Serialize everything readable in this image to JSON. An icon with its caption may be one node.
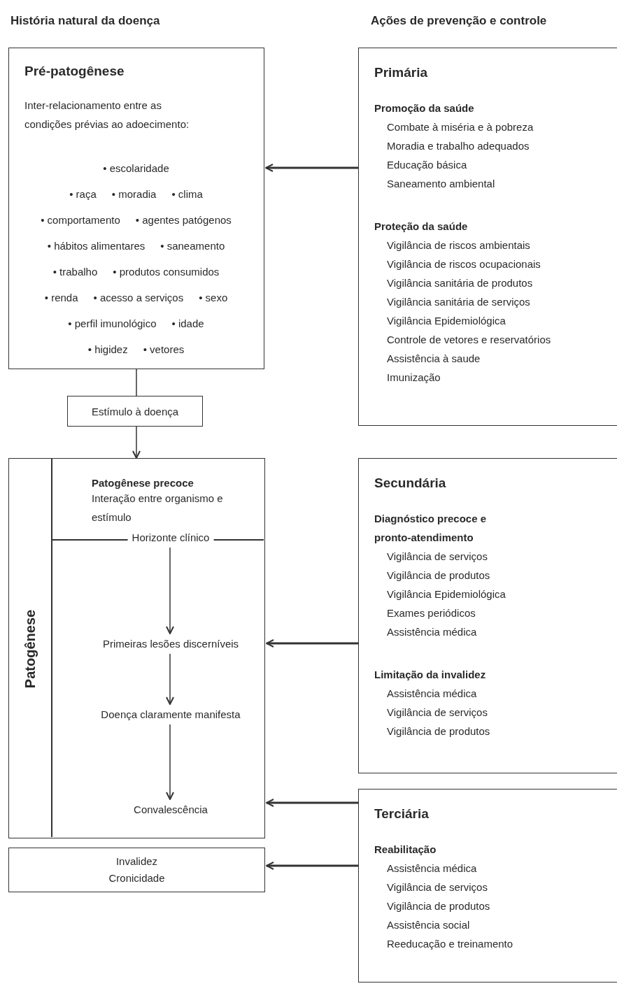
{
  "diagram": {
    "nodes": [
      {
        "text": [
          "Pré-patogênese",
          "Inter-relacionamento entre as condições prévias ao adoecimento:",
          "• escolaridade",
          "• raça",
          "• moradia",
          "• clima",
          "• comportamento",
          "• agentes patógenos",
          "• hábitos alimentares",
          "• saneamento",
          "• trabalho",
          "• produtos consumidos",
          "• renda",
          "• acesso a serviços",
          "• sexo",
          "• perfil imunológico",
          "• idade",
          "• higidez",
          "• vetores"
        ]
      },
      {
        "text": [
          "Estímulo à doença"
        ]
      },
      {
        "text": [
          "Patogênese"
        ]
      },
      {
        "text": [
          "Patogênese precoce",
          "Interação entre organismo e estímulo"
        ],
        "in": 2
      },
      {
        "text": [
          "Horizonte clínico"
        ],
        "in": 2
      },
      {
        "text": [
          "Primeiras lesões discerníveis"
        ],
        "in": 2
      },
      {
        "text": [
          "Doença claramente manifesta"
        ],
        "in": 2
      },
      {
        "text": [
          "Convalescência"
        ],
        "in": 2
      },
      {
        "text": [
          "Invalidez Cronicidade"
        ]
      },
      {
        "text": [
          "Primária",
          "Promoção da saúde",
          "Combate à miséria e à pobreza",
          "Moradia e trabalho adequados",
          "Educação básica",
          "Saneamento ambiental",
          "Proteção da saúde",
          "Vigilância de riscos ambientais",
          "Vigilância de riscos ocupacionais",
          "Vigilância sanitária de produtos",
          "Vigilância sanitária de serviços",
          "Vigilância Epidemiológica",
          "Controle de vetores e reservatórios",
          "Assistência à saude",
          "Imunização"
        ]
      },
      {
        "text": [
          "Secundária",
          "Diagnóstico precoce e pronto-atendimento",
          "Vigilância de serviços",
          "Vigilância de produtos",
          "Vigilância Epidemiológica",
          "Exames periódicos",
          "Assistência médica",
          "Limitação da invalidez",
          "Assistência médica",
          "Vigilância de serviços",
          "Vigilância de produtos"
        ]
      },
      {
        "text": [
          "Terciária",
          "Reabilitação",
          "Assistência médica",
          "Vigilância de serviços",
          "Vigilância de produtos",
          "Assistência social",
          "Reeducação e treinamento"
        ]
      }
    ],
    "edges": [
      {
        "from": 0,
        "to": 1,
        "arrow": "none"
      },
      {
        "from": 1,
        "to": 2,
        "arrow": "to"
      },
      {
        "from": 4,
        "to": 5,
        "arrow": "to"
      },
      {
        "from": 5,
        "to": 6,
        "arrow": "to"
      },
      {
        "from": 6,
        "to": 7,
        "arrow": "to"
      },
      {
        "from": 9,
        "to": 0,
        "arrow": "to"
      },
      {
        "from": 10,
        "to": 2,
        "arrow": "to"
      },
      {
        "from": 11,
        "to": 2,
        "arrow": "to"
      },
      {
        "from": 11,
        "to": 8,
        "arrow": "to"
      }
    ],
    "labels": [
      "História natural da doença",
      "Ações de prevenção e controle"
    ]
  }
}
